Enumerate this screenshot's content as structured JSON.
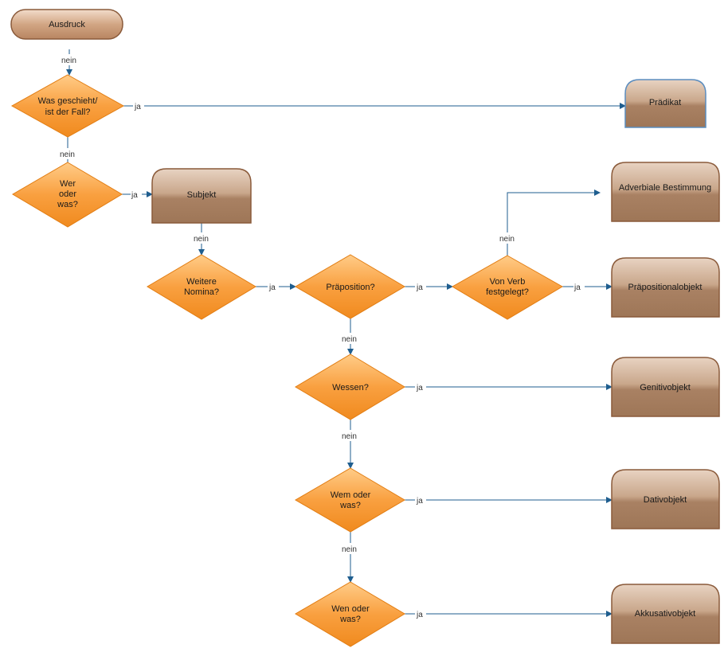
{
  "colors": {
    "diamond": "#f7962f",
    "box": "#b08a6c",
    "box_border": "#8a5a3a",
    "terminal": "#c79a78",
    "highlight_border": "#5b8dbf",
    "connector": "#1f5e8f"
  },
  "nodes": {
    "start": "Ausdruck",
    "q_was_geschieht": [
      "Was geschieht/",
      "ist der Fall?"
    ],
    "q_wer_oder_was": [
      "Wer",
      "oder",
      "was?"
    ],
    "q_weitere_nomina": [
      "Weitere",
      "Nomina?"
    ],
    "q_praeposition": "Präposition?",
    "q_von_verb": [
      "Von Verb",
      "festgelegt?"
    ],
    "q_wessen": "Wessen?",
    "q_wem": [
      "Wem oder",
      "was?"
    ],
    "q_wen": [
      "Wen oder",
      "was?"
    ],
    "praedikat": "Prädikat",
    "subjekt": "Subjekt",
    "adverbiale": "Adverbiale Bestimmung",
    "praepositionalobjekt": "Präpositionalobjekt",
    "genitivobjekt": "Genitivobjekt",
    "dativobjekt": "Dativobjekt",
    "akkusativobjekt": "Akkusativobjekt"
  },
  "edge_labels": {
    "yes": "ja",
    "no": "nein"
  }
}
